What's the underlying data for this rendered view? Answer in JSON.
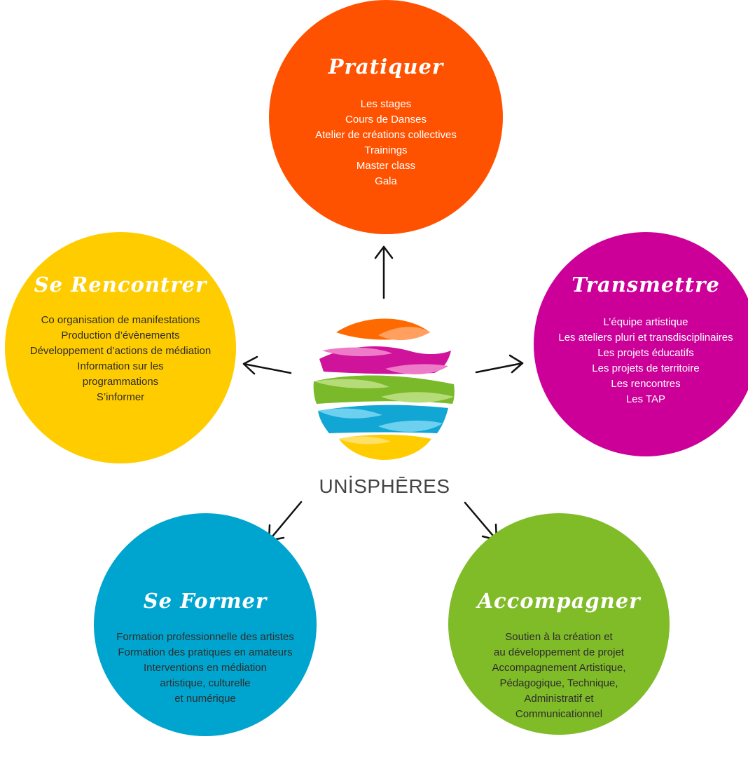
{
  "brand": {
    "name": "UNİSPHĒRES"
  },
  "colors": {
    "pratiquer": "#ff5200",
    "se_rencontrer": "#ffcc00",
    "transmettre": "#cc0099",
    "se_former": "#00a5cf",
    "accompagner": "#80bb28",
    "arrow": "#111111"
  },
  "circles": {
    "pratiquer": {
      "title": "Pratiquer",
      "items": [
        "Les stages",
        "Cours de Danses",
        "Atelier de créations collectives",
        "Trainings",
        "Master class",
        "Gala"
      ]
    },
    "se_rencontrer": {
      "title": "Se Rencontrer",
      "items": [
        "Co organisation de manifestations",
        "Production d’évènements",
        "Développement d’actions de médiation",
        "Information sur les",
        "programmations",
        "S’informer"
      ]
    },
    "transmettre": {
      "title": "Transmettre",
      "items": [
        "L’équipe artistique",
        "Les ateliers pluri et transdisciplinaires",
        "Les projets éducatifs",
        "Les projets de territoire",
        "Les rencontres",
        "Les TAP"
      ]
    },
    "se_former": {
      "title": "Se Former",
      "items": [
        "Formation professionnelle des artistes",
        "Formation des pratiques en amateurs",
        "Interventions en médiation",
        "artistique, culturelle",
        "et numérique"
      ]
    },
    "accompagner": {
      "title": "Accompagner",
      "items": [
        "Soutien à la création et",
        "au développement de projet",
        "Accompagnement Artistique,",
        "Pédagogique, Technique,",
        "Administratif et",
        "Communicationnel"
      ]
    }
  }
}
